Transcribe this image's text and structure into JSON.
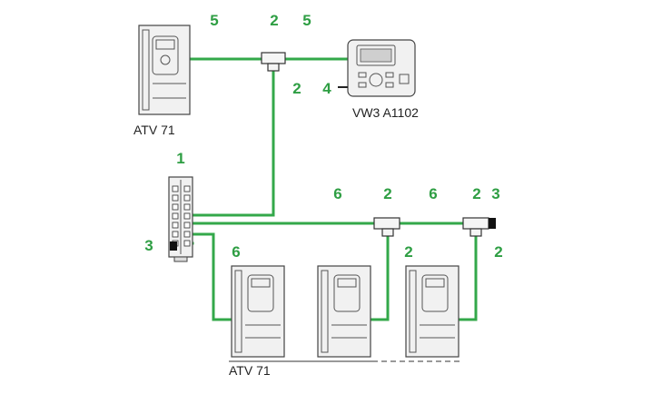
{
  "diagram": {
    "labels": {
      "hub": "1",
      "tap_top": "2",
      "tap_top_drop": "2",
      "tap_mid": "2",
      "tap_mid_drop": "2",
      "tap_right": "2",
      "tap_right_drop": "2",
      "terminator_hub": "3",
      "terminator_right": "3",
      "terminal_cable": "4",
      "cable_top_left": "5",
      "cable_top_right": "5",
      "cable_bus_1": "6",
      "cable_bus_2": "6",
      "cable_drop_left": "6"
    },
    "device_names": {
      "top_drive": "ATV 71",
      "terminal": "VW3 A1102",
      "bottom_drives": "ATV 71"
    },
    "colors": {
      "cable": "#33a84a",
      "callout": "#2e9e43",
      "device_fill": "#f1f1f1",
      "outline": "#444444"
    }
  }
}
